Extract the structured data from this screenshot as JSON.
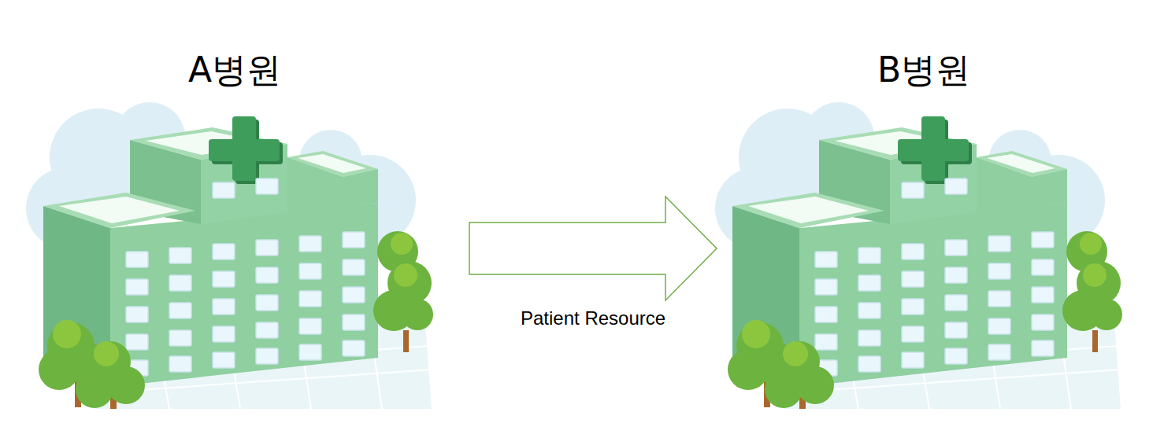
{
  "diagram": {
    "nodes": [
      {
        "text": [
          "A병원"
        ]
      },
      {
        "text": [
          "B병원"
        ]
      }
    ],
    "edges": [
      {
        "from": 0,
        "to": 1,
        "arrow": "to",
        "label": "Patient Resource"
      }
    ]
  }
}
